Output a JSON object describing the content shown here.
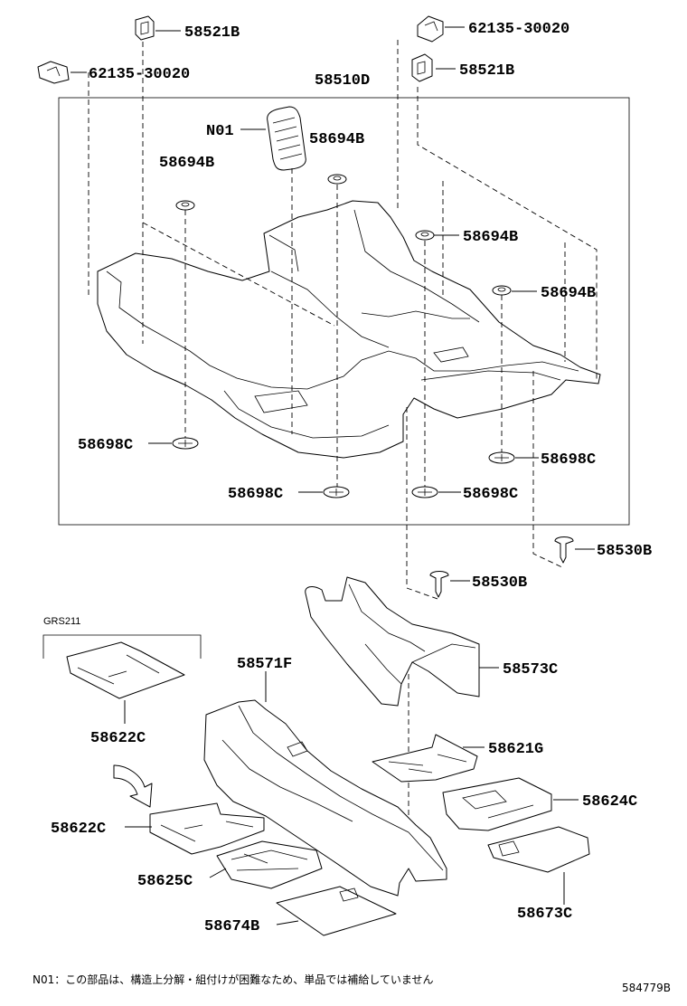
{
  "labels": {
    "p58521B_top": "58521B",
    "p62135_top": "62135-30020",
    "p62135_left": "62135-30020",
    "p58521B_right": "58521B",
    "p58510D": "58510D",
    "pN01": "N01",
    "p58694B_a": "58694B",
    "p58694B_b": "58694B",
    "p58694B_c": "58694B",
    "p58694B_d": "58694B",
    "p58698C_a": "58698C",
    "p58698C_b": "58698C",
    "p58698C_c": "58698C",
    "p58698C_d": "58698C",
    "p58530B_a": "58530B",
    "p58530B_b": "58530B",
    "p58571F": "58571F",
    "p58573C": "58573C",
    "p58621G": "58621G",
    "p58624C": "58624C",
    "p58622C_a": "58622C",
    "p58622C_b": "58622C",
    "p58625C": "58625C",
    "p58673C": "58673C",
    "p58674B": "58674B",
    "grs": "GRS211"
  },
  "footnote": "N01：この部品は、構造上分解・組付けが困難なため、単品では補給していません",
  "diagram_id": "584779B",
  "colors": {
    "line": "#000000",
    "background": "#ffffff"
  }
}
